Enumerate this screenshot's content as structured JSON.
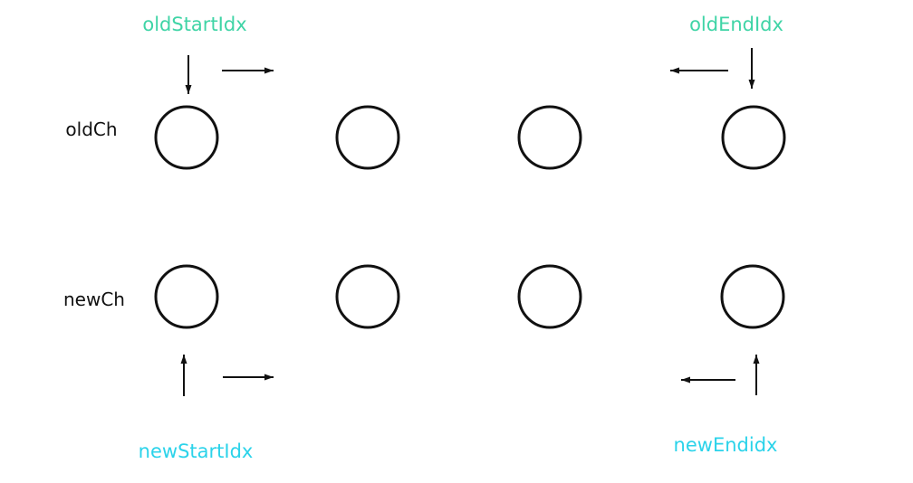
{
  "rows": {
    "old_label": "oldCh",
    "new_label": "newCh"
  },
  "pointers": {
    "old_start": "oldStartIdx",
    "old_end": "oldEndIdx",
    "new_start": "newStartIdx",
    "new_end": "newEndidx"
  },
  "node_count_per_row": 4,
  "colors": {
    "old_pointer": "#3fd4a6",
    "new_pointer": "#2bd3ea",
    "stroke": "#111111",
    "row_label": "#111111"
  },
  "icons": {
    "node": "circle",
    "move": "arrow"
  }
}
